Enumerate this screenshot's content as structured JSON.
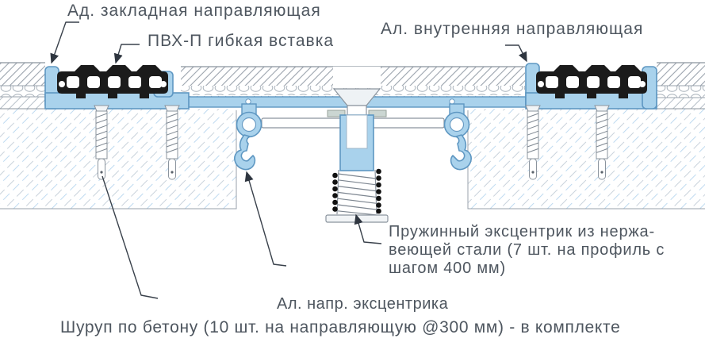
{
  "diagram": {
    "type": "expansion-joint-profile-cross-section",
    "labels": {
      "embedded_guide": "Ад. закладная направляющая",
      "pvc_insert": "ПВХ-П гибкая вставка",
      "inner_guide": "Ал. внутренняя направляющая",
      "spring_eccentric": {
        "line1": "Пружинный эксцентрик из нержа-",
        "line2": "веющей стали  (7 шт. на профиль с",
        "line3": "шагом 400 мм)"
      },
      "eccentric_guide": "Ал. напр. эксцентрика",
      "concrete_screw": "Шуруп по бетону (10 шт. на направляющую @300 мм) - в комплекте"
    },
    "colors": {
      "profile_blue": "#a9d2ec",
      "profile_blue_stroke": "#5e97c2",
      "insert_black": "#1b1b1b",
      "leader_line": "#39414b",
      "text": "#4e565f",
      "hatch_gray": "#c9d2db",
      "hatch_blue": "#bedaf0"
    }
  }
}
